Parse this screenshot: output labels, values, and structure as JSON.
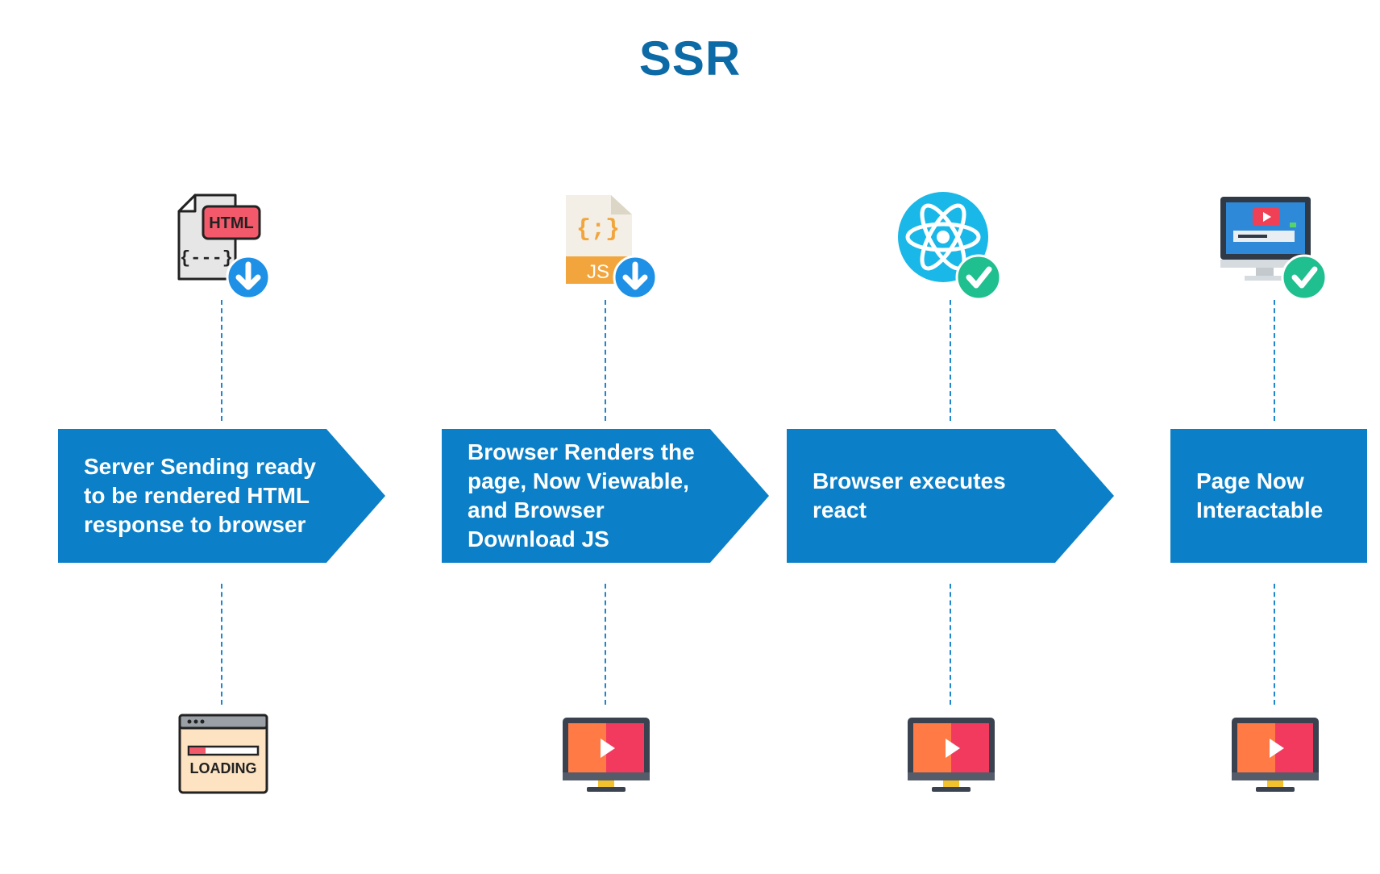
{
  "title": "SSR",
  "steps": [
    {
      "text": "Server Sending ready\nto be rendered HTML\nresponse to browser"
    },
    {
      "text": "Browser Renders the\npage, Now Viewable,\nand Browser\nDownload JS"
    },
    {
      "text": "Browser executes\nreact"
    },
    {
      "text": "Page Now\nInteractable"
    }
  ],
  "icons": {
    "top": [
      "html-file-download-icon",
      "js-file-download-icon",
      "react-check-icon",
      "monitor-check-icon"
    ],
    "bottom": [
      "loading-browser-icon",
      "monitor-play-icon",
      "monitor-play-icon",
      "monitor-play-icon"
    ]
  },
  "icon_texts": {
    "html_label": "HTML",
    "html_code": "{---}",
    "js_braces": "{;}",
    "js_label": "JS",
    "loading_label": "LOADING"
  },
  "colors": {
    "title": "#0c6aa6",
    "step_fill": "#0b7fc7",
    "dash": "#1f86cc",
    "download_badge": "#1e90e6",
    "check_badge": "#1fbf8f",
    "react": "#19b8e8"
  }
}
